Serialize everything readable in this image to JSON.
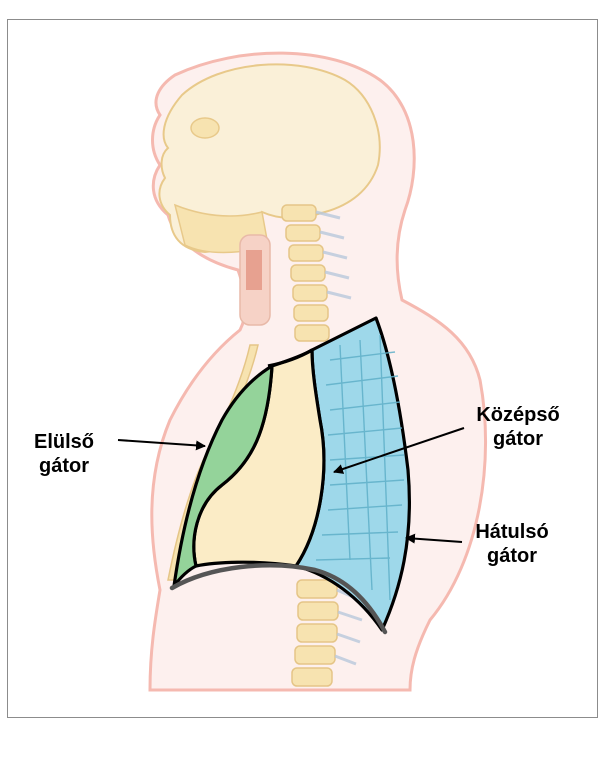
{
  "figure": {
    "labels": {
      "anterior": {
        "line1": "Elülső",
        "line2": "gátor"
      },
      "middle": {
        "line1": "Középső",
        "line2": "gátor"
      },
      "posterior": {
        "line1": "Hátulsó",
        "line2": "gátor"
      }
    },
    "colors": {
      "anterior_region": "#94d39a",
      "middle_region": "#fbecc6",
      "posterior_region": "#9ed8ea",
      "body_outline": "#f5b9b0",
      "skeleton": "#f7e3b0",
      "frame": "#8c8c8c"
    }
  }
}
